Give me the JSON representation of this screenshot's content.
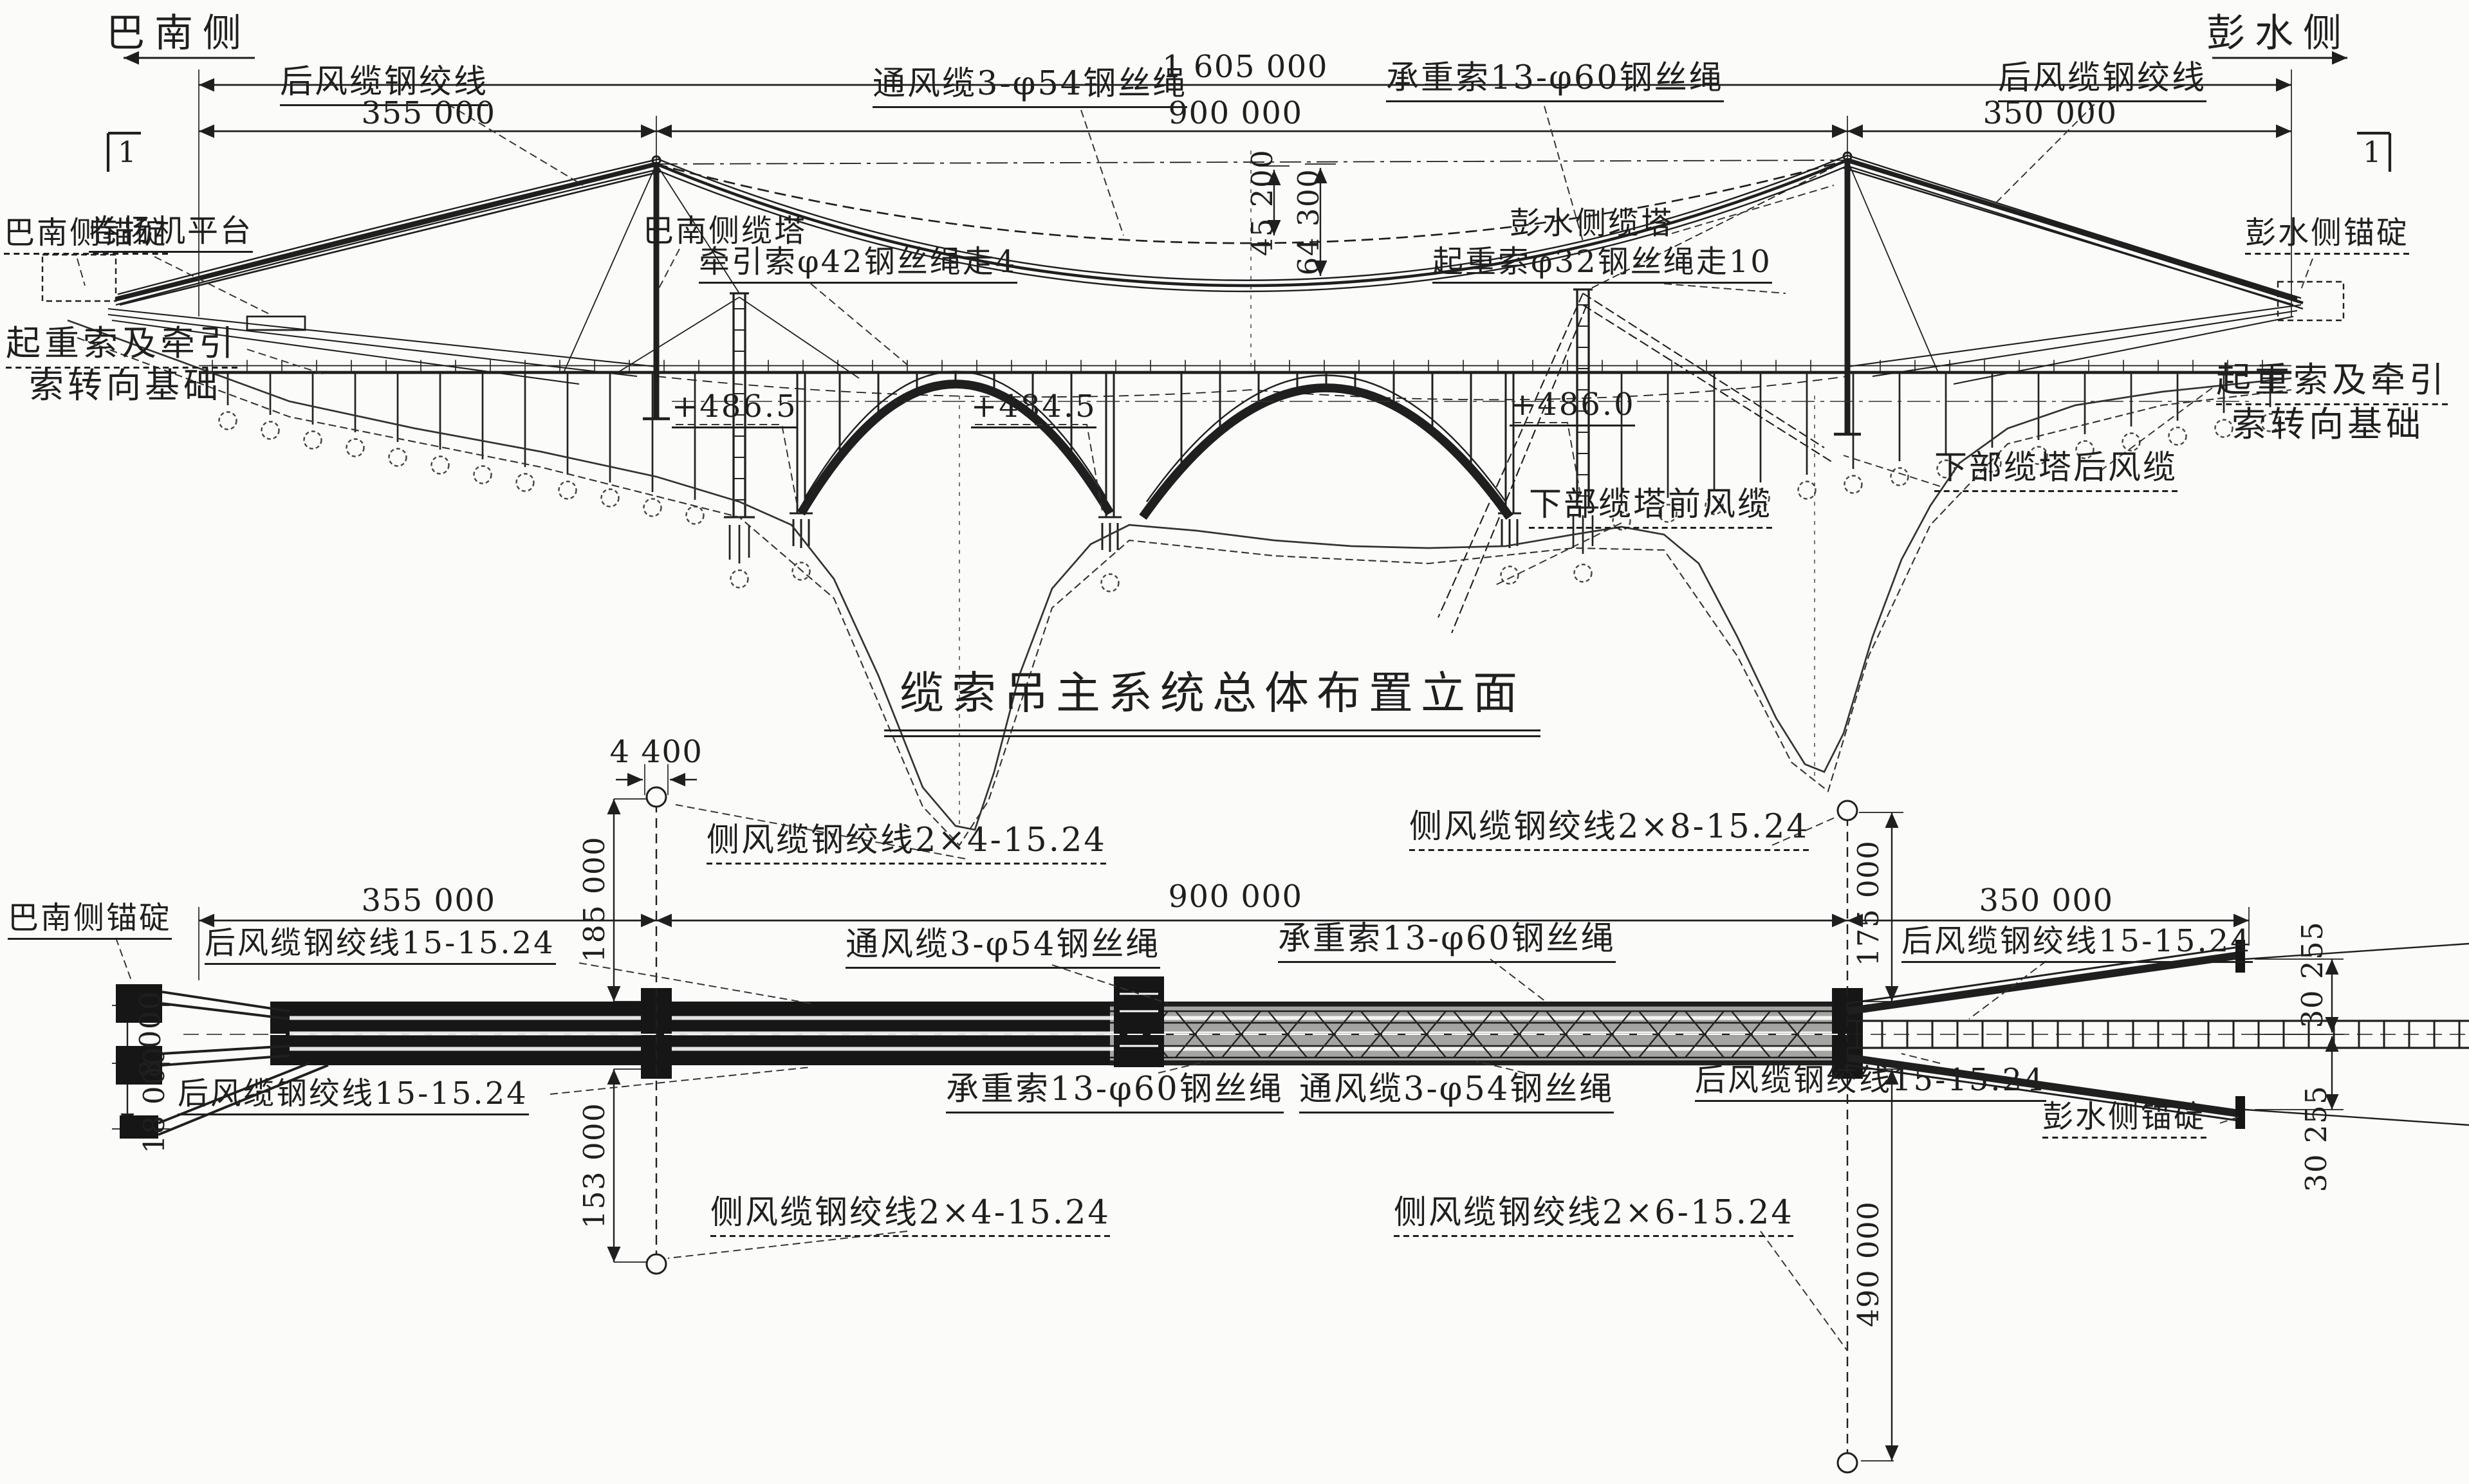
{
  "colors": {
    "ink": "#1f1f1f",
    "paper": "#fbfbf9"
  },
  "elevation": {
    "title": "缆索吊主系统总体布置立面",
    "side_left": "巴南侧",
    "side_right": "彭水侧",
    "dim_total": "1 605 000",
    "dim_left_span": "355 000",
    "dim_mid_span": "900 000",
    "dim_right_span": "350 000",
    "dim_sag_vent": "45 200",
    "dim_sag_main": "64 300",
    "section_left": "1",
    "section_right": "1",
    "elev_mark_1": "+486.5",
    "elev_mark_2": "+484.5",
    "elev_mark_3": "+486.0",
    "lbl_back_wind_left": "后风缆钢绞线",
    "lbl_back_wind_right": "后风缆钢绞线",
    "lbl_banan_anchor": "巴南侧锚碇",
    "lbl_winch_platform": "卷扬机平台",
    "lbl_vent_cable": "通风缆3-φ54钢丝绳",
    "lbl_bearing_cable": "承重索13-φ60钢丝绳",
    "lbl_banan_tower": "巴南侧缆塔",
    "lbl_traction_cable": "牵引索φ42钢丝绳走4",
    "lbl_pengshui_tower": "彭水侧缆塔",
    "lbl_hoist_cable": "起重索φ32钢丝绳走10",
    "lbl_pengshui_anchor": "彭水侧锚碇",
    "lbl_turn_found_left_1": "起重索及牵引",
    "lbl_turn_found_left_2": "索转向基础",
    "lbl_turn_found_right_1": "起重索及牵引",
    "lbl_turn_found_right_2": "索转向基础",
    "lbl_lower_tower_front_wind": "下部缆塔前风缆",
    "lbl_lower_tower_back_wind": "下部缆塔后风缆"
  },
  "plan": {
    "dim_tower_width": "4 400",
    "dim_left_span": "355 000",
    "dim_mid_span": "900 000",
    "dim_right_span": "350 000",
    "dim_side_wind_up_left": "185 000",
    "dim_side_wind_down_left": "153 000",
    "dim_side_wind_up_right": "175 000",
    "dim_side_wind_down_right": "490 000",
    "dim_anchor_offset_up_left": "8 000",
    "dim_anchor_offset_down_left": "18 000",
    "dim_anchor_offset_up_right": "30 255",
    "dim_anchor_offset_down_right": "30 255",
    "lbl_banan_anchor": "巴南侧锚碇",
    "lbl_pengshui_anchor": "彭水侧锚碇",
    "lbl_back_wind_top_left": "后风缆钢绞线15-15.24",
    "lbl_back_wind_bottom_left": "后风缆钢绞线15-15.24",
    "lbl_back_wind_top_right": "后风缆钢绞线15-15.24",
    "lbl_back_wind_bottom_right": "后风缆钢绞线15-15.24",
    "lbl_side_wind_top_left": "侧风缆钢绞线2×4-15.24",
    "lbl_side_wind_bottom_left": "侧风缆钢绞线2×4-15.24",
    "lbl_side_wind_top_right": "侧风缆钢绞线2×8-15.24",
    "lbl_side_wind_bottom_right": "侧风缆钢绞线2×6-15.24",
    "lbl_vent_cable_top": "通风缆3-φ54钢丝绳",
    "lbl_bearing_cable_top": "承重索13-φ60钢丝绳",
    "lbl_bearing_cable_bottom": "承重索13-φ60钢丝绳",
    "lbl_vent_cable_bottom": "通风缆3-φ54钢丝绳"
  }
}
